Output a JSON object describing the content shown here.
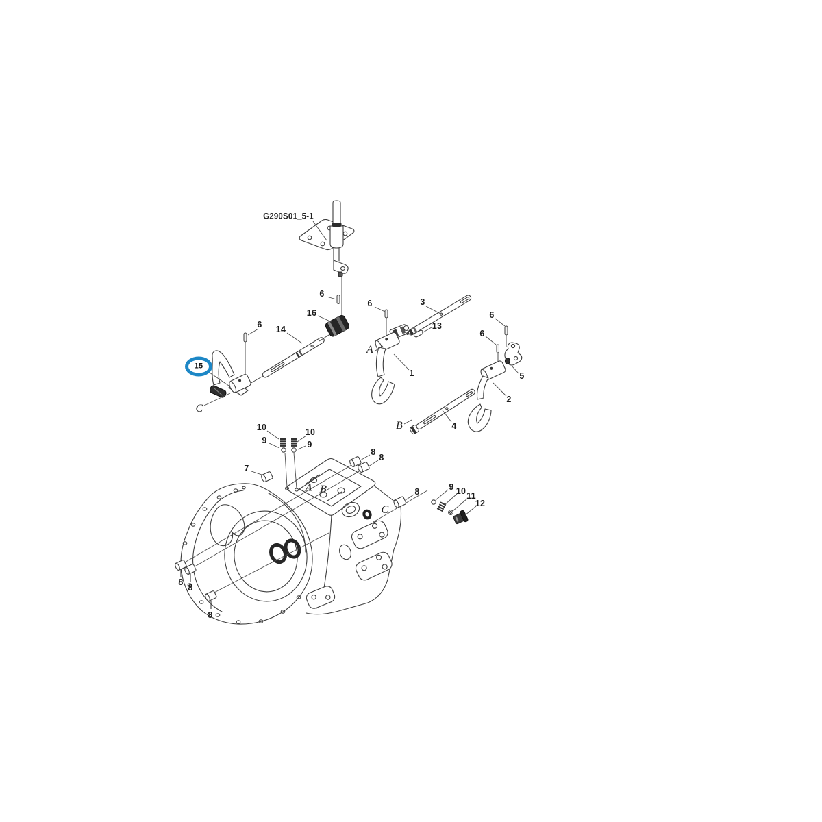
{
  "diagram": {
    "part_code": "G290S01_5-1",
    "highlight": {
      "part_label": "15",
      "color": "#1d87c6"
    },
    "line_color": "#3c3c3c"
  },
  "labels": {
    "part_code": "G290S01_5-1",
    "n6_coupler": "6",
    "n16": "16",
    "n6_fork15": "6",
    "n14": "14",
    "n15": "15",
    "c_fork15": "C",
    "n6_fork1": "6",
    "n3": "3",
    "n13": "13",
    "a_fork1": "A",
    "n1": "1",
    "n6_bracket5": "6",
    "n6_fork2": "6",
    "n5": "5",
    "n2": "2",
    "b_rod4": "B",
    "n4": "4",
    "n10_left": "10",
    "n9_left": "9",
    "n10_right": "10",
    "n9_right": "9",
    "n8_top1": "8",
    "n8_top2": "8",
    "n7": "7",
    "n8_right": "8",
    "c_case": "C",
    "n9_case": "9",
    "n10_case": "10",
    "n11": "11",
    "n12": "12",
    "a_case": "A",
    "b_case": "B",
    "n8_bell1": "8",
    "n8_bell2": "8",
    "n8_bell3": "8"
  }
}
